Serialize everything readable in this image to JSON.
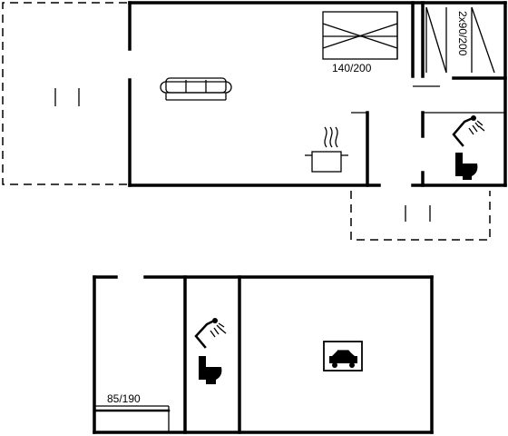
{
  "labels": {
    "double_bed": "140/200",
    "twin_beds": "2x90/200",
    "single_bed": "85/190"
  },
  "icons": [
    "sofa-icon",
    "cooking-pot-icon",
    "shower-icon",
    "toilet-icon",
    "car-icon",
    "bed-icon",
    "door-icon"
  ]
}
